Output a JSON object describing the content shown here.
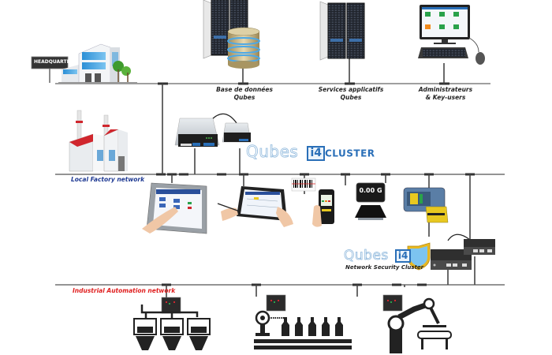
{
  "diagram": {
    "networks": {
      "top": {
        "name": ""
      },
      "factory": {
        "name": "Local Factory network",
        "color": "#1f3a93"
      },
      "industrial": {
        "name": "Industrial Automation network",
        "color": "#e02020"
      }
    },
    "headquarters": {
      "sign": "HEADQUARTERS"
    },
    "top_nodes": [
      {
        "id": "database",
        "label_line1": "Base de données",
        "label_line2": "Qubes"
      },
      {
        "id": "app-services",
        "label_line1": "Services applicatifs",
        "label_line2": "Qubes"
      },
      {
        "id": "admins",
        "label_line1": "Administrateurs",
        "label_line2": "& Key-users"
      }
    ],
    "cluster_brand": {
      "qubes": "Qubes",
      "i4": "i4",
      "suffix": "CLUSTER"
    },
    "security_brand": {
      "qubes": "Qubes",
      "i4": "i4",
      "caption": "Network Security Cluster"
    },
    "scale_display": "0.00 G",
    "colors": {
      "line": "#555555",
      "screen_blue": "#2a6fb8",
      "device_dark": "#2b2b2b",
      "factory_roof": "#d0262d"
    }
  }
}
